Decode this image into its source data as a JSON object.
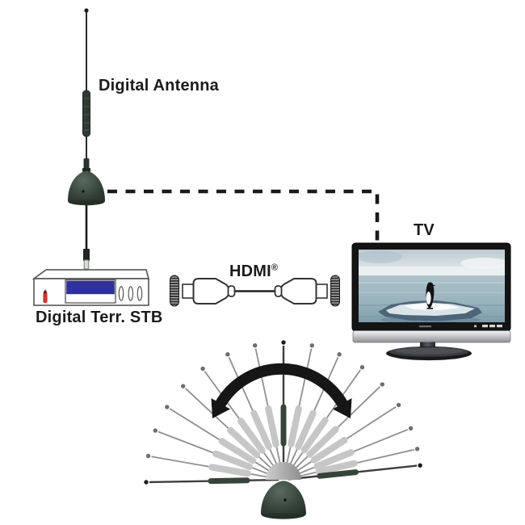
{
  "labels": {
    "antenna": "Digital Antenna",
    "stb": "Digital Terr. STB",
    "hdmi": "HDMI",
    "hdmi_reg": "®",
    "tv": "TV"
  },
  "colors": {
    "antenna_green": "#37443a",
    "antenna_green_light": "#55655a",
    "display_blue": "#30309a",
    "indicator_red": "#c23b2e",
    "line_black": "#1a1a1a",
    "rod_gray": "#8f8f8f",
    "coil_gray": "#c6c6c6"
  },
  "fan": {
    "positions": 17,
    "angles_deg": [
      181,
      170,
      159,
      148,
      137,
      126,
      114,
      102,
      90,
      78,
      66,
      55,
      44,
      33,
      22,
      13,
      6
    ],
    "highlighted_indices": [
      0,
      8,
      16
    ]
  }
}
